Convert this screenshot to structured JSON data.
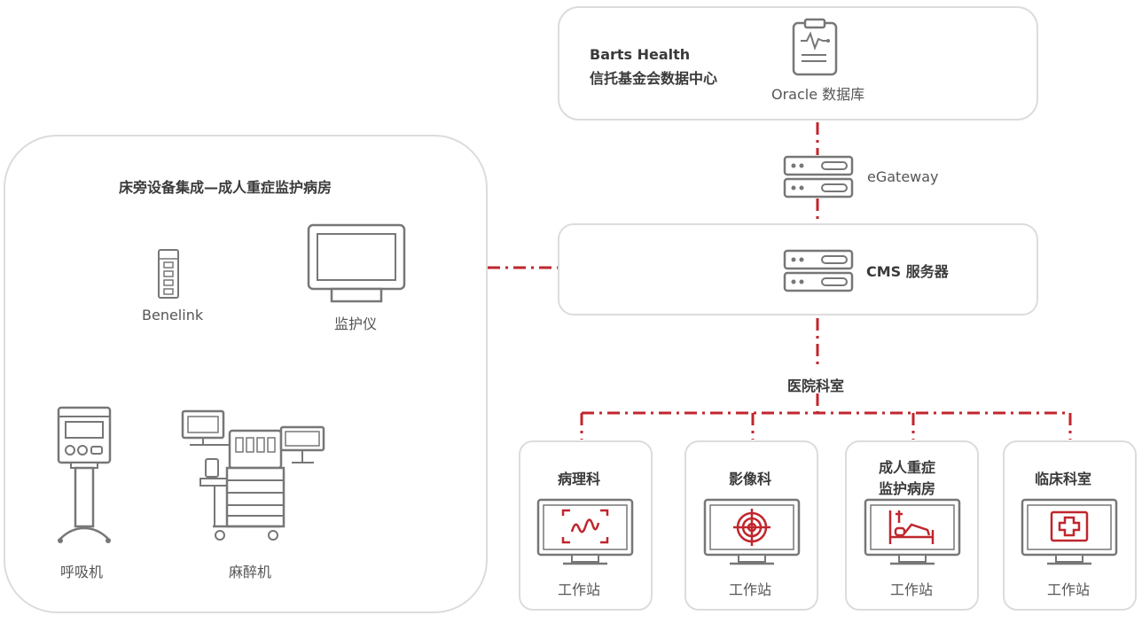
{
  "datacenter": {
    "name_line1": "Barts Health",
    "name_line2": "信托基金会数据中心",
    "db_label": "Oracle 数据库"
  },
  "egateway_label": "eGateway",
  "cms_label": "CMS 服务器",
  "bedside": {
    "title": "床旁设备集成—成人重症监护病房",
    "benelink": "Benelink",
    "monitor": "监护仪",
    "ventilator": "呼吸机",
    "anesthesia": "麻醉机"
  },
  "hospital_departments_label": "医院科室",
  "departments": [
    {
      "name": "病理科",
      "workstation": "工作站",
      "icon": "pathology-wave-icon"
    },
    {
      "name": "影像科",
      "workstation": "工作站",
      "icon": "imaging-target-icon"
    },
    {
      "name": "成人重症\n监护病房",
      "name_line1": "成人重症",
      "name_line2": "监护病房",
      "workstation": "工作站",
      "icon": "icu-bed-icon"
    },
    {
      "name": "临床科室",
      "workstation": "工作站",
      "icon": "medical-cross-icon"
    }
  ],
  "colors": {
    "accent_red": "#c0262d",
    "box_border": "#dcdcdc",
    "icon_gray": "#777777"
  }
}
